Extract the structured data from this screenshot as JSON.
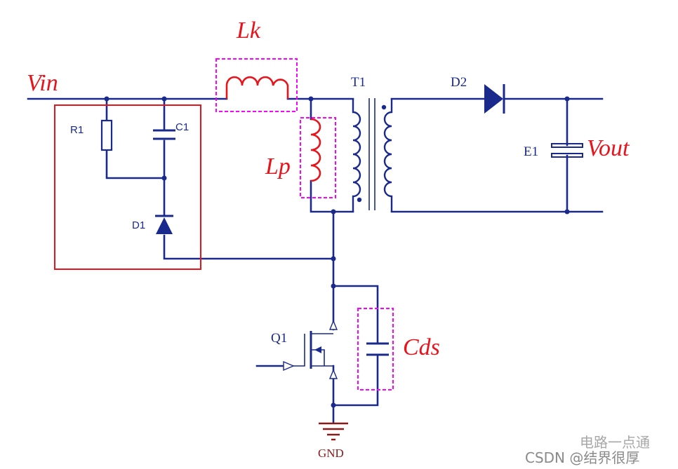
{
  "labels": {
    "Lk": "Lk",
    "Vin": "Vin",
    "Lp": "Lp",
    "Vout": "Vout",
    "Cds": "Cds",
    "T1": "T1",
    "D2": "D2",
    "R1": "R1",
    "C1": "C1",
    "D1": "D1",
    "E1": "E1",
    "Q1": "Q1",
    "GND": "GND"
  },
  "watermark": {
    "line1": "电路一点通",
    "line2": "CSDN @结界很厚"
  },
  "colors": {
    "wire": "#1a2a8c",
    "highlight": "#e8141c",
    "dashed_box": "#ff00ff"
  }
}
